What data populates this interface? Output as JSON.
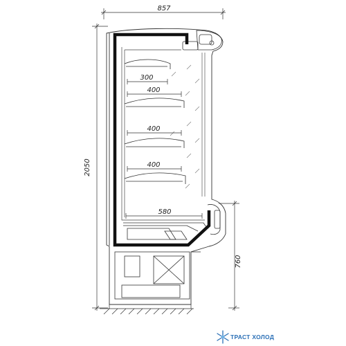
{
  "dimensions": {
    "width": "857",
    "height": "2050",
    "base_height": "760",
    "shelf_depths": [
      "300",
      "400",
      "400",
      "400"
    ],
    "bottom_depth": "580"
  },
  "brand": {
    "name": "ТРАСТ ХОЛОД",
    "color": "#2a6fb6"
  }
}
